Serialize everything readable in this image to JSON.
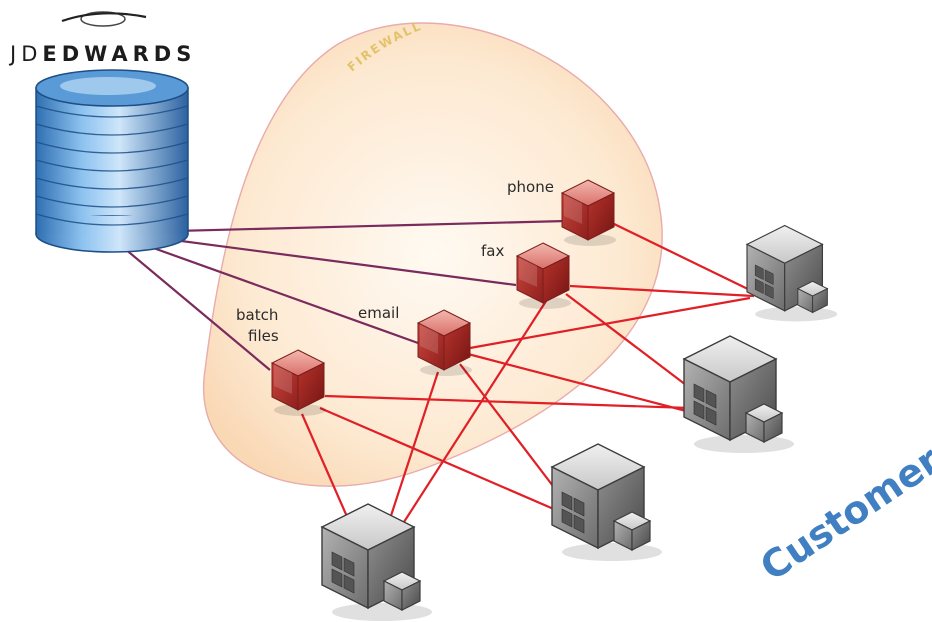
{
  "logo": {
    "text_light": "JD",
    "text_bold": "EDWARDS"
  },
  "firewall": {
    "label": "FIREWALL"
  },
  "channels": {
    "phone": "phone",
    "fax": "fax",
    "email": "email",
    "batch_files_line1": "batch",
    "batch_files_line2": "files"
  },
  "customers": {
    "label": "Customers"
  },
  "colors": {
    "channel_cube": "#c8453f",
    "customer_building": "#8c8c8c",
    "link_red": "#e01f26",
    "link_purple": "#7a2a5c",
    "firewall_fill": "#fbe2c4",
    "firewall_stroke": "#e8a7a7",
    "database": "#5f9bd4",
    "customers_text": "#3f7fc2"
  },
  "icons": {
    "database": "database-icon",
    "channel": "red-cube-icon",
    "customer": "building-icon",
    "logo": "jd-edwards-logo"
  }
}
